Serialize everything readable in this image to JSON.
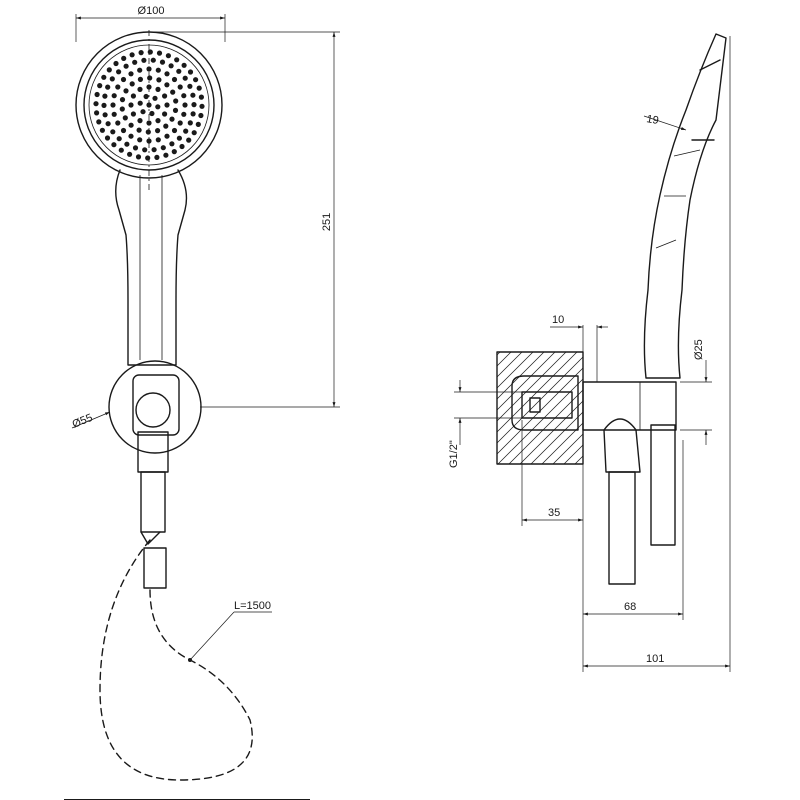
{
  "dimensions": {
    "head_diameter": "Ø100",
    "overall_height": "251",
    "bracket_diameter": "Ø55",
    "hose_length": "L=1500",
    "head_thickness": "19",
    "offset_top": "10",
    "connector_diameter": "Ø25",
    "thread": "G1/2\"",
    "depth_35": "35",
    "projection_68": "68",
    "total_101": "101"
  }
}
